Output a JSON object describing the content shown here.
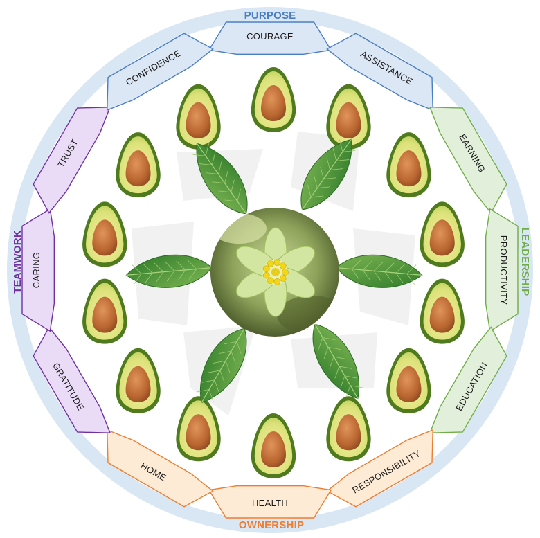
{
  "categories": [
    {
      "key": "purpose",
      "label": "PURPOSE",
      "color": "#4a7ec3",
      "fill": "#dce7f6"
    },
    {
      "key": "leadership",
      "label": "LEADERSHIP",
      "color": "#70ad47",
      "fill": "#e2efda"
    },
    {
      "key": "ownership",
      "label": "OWNERSHIP",
      "color": "#ed7d31",
      "fill": "#fdebd6"
    },
    {
      "key": "teamwork",
      "label": "TEAMWORK",
      "color": "#7030a0",
      "fill": "#eadcf6"
    }
  ],
  "segments": [
    {
      "label": "COURAGE",
      "category": "purpose"
    },
    {
      "label": "ASSISTANCE",
      "category": "purpose"
    },
    {
      "label": "EARNING",
      "category": "leadership"
    },
    {
      "label": "PRODUCTIVITY",
      "category": "leadership"
    },
    {
      "label": "EDUCATION",
      "category": "leadership"
    },
    {
      "label": "RESPONSIBILITY",
      "category": "ownership"
    },
    {
      "label": "HEALTH",
      "category": "ownership"
    },
    {
      "label": "HOME",
      "category": "ownership"
    },
    {
      "label": "GRATITUDE",
      "category": "teamwork"
    },
    {
      "label": "CARING",
      "category": "teamwork"
    },
    {
      "label": "TRUST",
      "category": "teamwork"
    },
    {
      "label": "CONFIDENCE",
      "category": "purpose"
    }
  ],
  "ring_color": "#d9e6f4",
  "avocado_count": 14,
  "leaf_count": 6,
  "center_image": "flower"
}
